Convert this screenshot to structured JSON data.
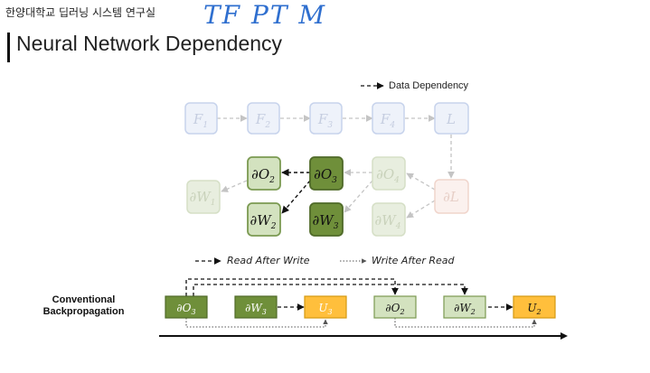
{
  "header": {
    "lab_name": "한양대학교 딥러닝 시스템 연구실",
    "handwriting": "TF PT M",
    "title": "Neural Network Dependency"
  },
  "legend": {
    "data_dependency": "Data Dependency",
    "read_after_write": "Read After Write",
    "write_after_read": "Write After Read"
  },
  "forward_nodes": [
    {
      "base": "F",
      "sub": "1"
    },
    {
      "base": "F",
      "sub": "2"
    },
    {
      "base": "F",
      "sub": "3"
    },
    {
      "base": "F",
      "sub": "4"
    },
    {
      "base": "L",
      "sub": ""
    }
  ],
  "backward_nodes": {
    "dO2": {
      "base": "∂O",
      "sub": "2"
    },
    "dO3": {
      "base": "∂O",
      "sub": "3"
    },
    "dO4": {
      "base": "∂O",
      "sub": "4"
    },
    "dW1": {
      "base": "∂W",
      "sub": "1"
    },
    "dW2": {
      "base": "∂W",
      "sub": "2"
    },
    "dW3": {
      "base": "∂W",
      "sub": "3"
    },
    "dW4": {
      "base": "∂W",
      "sub": "4"
    },
    "dL": {
      "base": "∂L",
      "sub": ""
    }
  },
  "timeline": {
    "label": "Conventional Backpropagation",
    "ops": [
      {
        "base": "∂O",
        "sub": "3"
      },
      {
        "base": "∂W",
        "sub": "3"
      },
      {
        "base": "U",
        "sub": "3"
      },
      {
        "base": "∂O",
        "sub": "2"
      },
      {
        "base": "∂W",
        "sub": "2"
      },
      {
        "base": "U",
        "sub": "2"
      }
    ]
  },
  "colors": {
    "faded_blue_fill": "#eef2fa",
    "faded_blue_stroke": "#c7d3ec",
    "faded_green_fill": "#e8eedf",
    "faded_green_stroke": "#d5dfc6",
    "light_green_fill": "#d3e2bf",
    "light_green_stroke": "#7b9a52",
    "dark_green_fill": "#6f8f3a",
    "dark_green_stroke": "#4f6a28",
    "update_orange_fill": "#ffbf3c",
    "update_orange_stroke": "#d49a10",
    "faded_pink_fill": "#fbf1ee",
    "faded_pink_stroke": "#f0d5cc"
  }
}
